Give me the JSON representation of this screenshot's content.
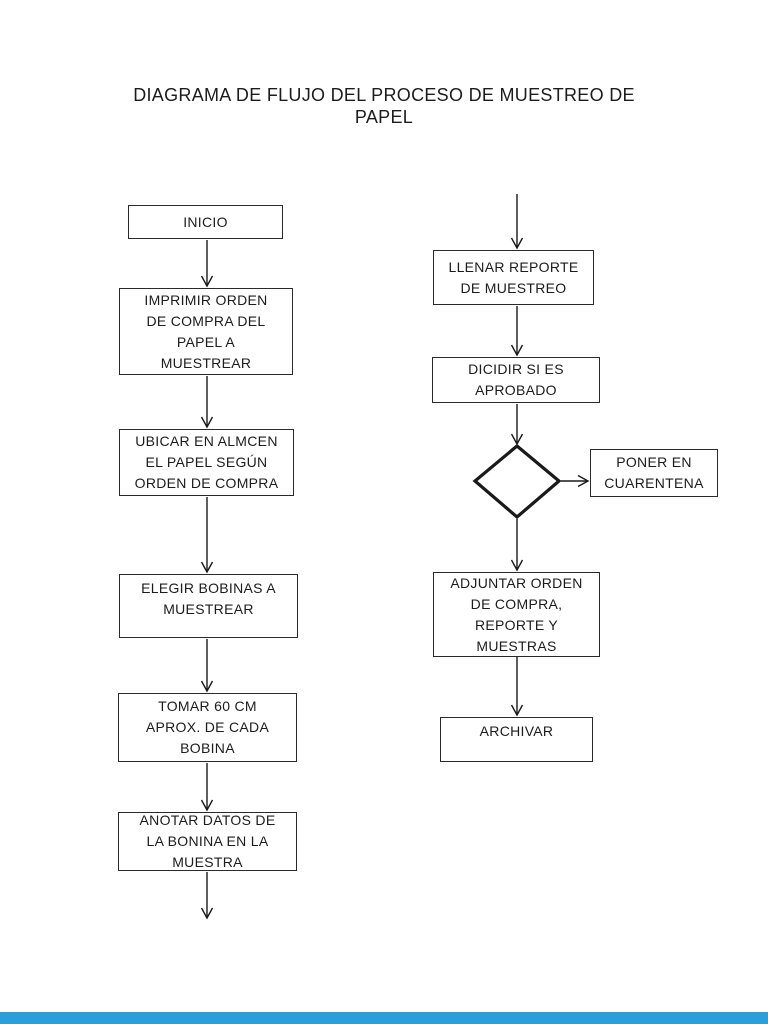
{
  "page": {
    "title": "DIAGRAMA DE FLUJO DEL PROCESO DE MUESTREO DE\nPAPEL"
  },
  "nodes": {
    "inicio": "INICIO",
    "imprimir": "IMPRIMIR ORDEN\nDE COMPRA DEL\nPAPEL A\nMUESTREAR",
    "ubicar": "UBICAR EN ALMCEN\nEL PAPEL SEGÚN\nORDEN DE COMPRA",
    "elegir": "ELEGIR BOBINAS A\nMUESTREAR",
    "tomar": "TOMAR 60 CM\nAPROX. DE CADA\nBOBINA",
    "anotar": "ANOTAR DATOS DE\nLA BONINA EN LA\nMUESTRA",
    "llenar": "LLENAR REPORTE\nDE MUESTREO",
    "dicidir": "DICIDIR SI ES\nAPROBADO",
    "poner": "PONER EN\nCUARENTENA",
    "adjuntar": "ADJUNTAR ORDEN\nDE COMPRA,\nREPORTE Y\nMUESTRAS",
    "archivar": "ARCHIVAR"
  },
  "colors": {
    "text": "#1c1c1c",
    "box_border": "#2a2a2a",
    "connector": "#1a1a1a",
    "background": "#ffffff",
    "footer_bar": "#2b9fd8"
  }
}
